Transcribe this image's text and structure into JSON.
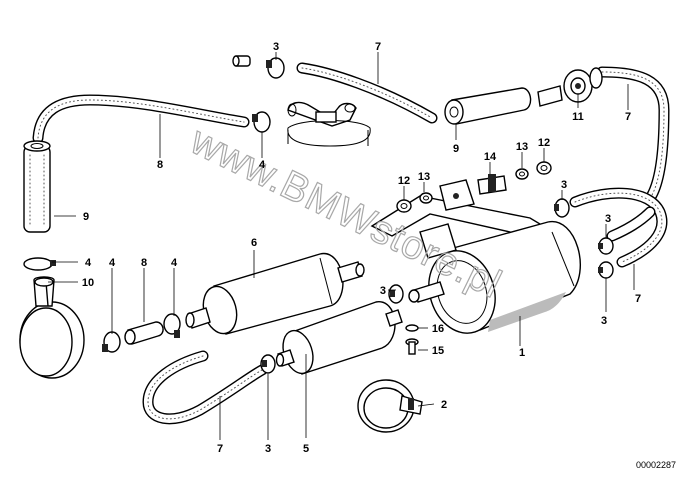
{
  "watermark_text": "www.BMWstore.pl",
  "diagram_code": "00002287",
  "callouts": [
    {
      "id": "c1",
      "label": "1"
    },
    {
      "id": "c2",
      "label": "2"
    },
    {
      "id": "c3a",
      "label": "3"
    },
    {
      "id": "c3b",
      "label": "3"
    },
    {
      "id": "c3c",
      "label": "3"
    },
    {
      "id": "c3d",
      "label": "3"
    },
    {
      "id": "c3e",
      "label": "3"
    },
    {
      "id": "c3f",
      "label": "3"
    },
    {
      "id": "c4a",
      "label": "4"
    },
    {
      "id": "c4b",
      "label": "4"
    },
    {
      "id": "c4c",
      "label": "4"
    },
    {
      "id": "c4d",
      "label": "4"
    },
    {
      "id": "c5",
      "label": "5"
    },
    {
      "id": "c6",
      "label": "6"
    },
    {
      "id": "c7a",
      "label": "7"
    },
    {
      "id": "c7b",
      "label": "7"
    },
    {
      "id": "c7c",
      "label": "7"
    },
    {
      "id": "c7d",
      "label": "7"
    },
    {
      "id": "c8a",
      "label": "8"
    },
    {
      "id": "c8b",
      "label": "8"
    },
    {
      "id": "c9a",
      "label": "9"
    },
    {
      "id": "c9b",
      "label": "9"
    },
    {
      "id": "c10",
      "label": "10"
    },
    {
      "id": "c11",
      "label": "11"
    },
    {
      "id": "c12a",
      "label": "12"
    },
    {
      "id": "c12b",
      "label": "12"
    },
    {
      "id": "c13a",
      "label": "13"
    },
    {
      "id": "c13b",
      "label": "13"
    },
    {
      "id": "c14",
      "label": "14"
    },
    {
      "id": "c15",
      "label": "15"
    },
    {
      "id": "c16",
      "label": "16"
    }
  ]
}
